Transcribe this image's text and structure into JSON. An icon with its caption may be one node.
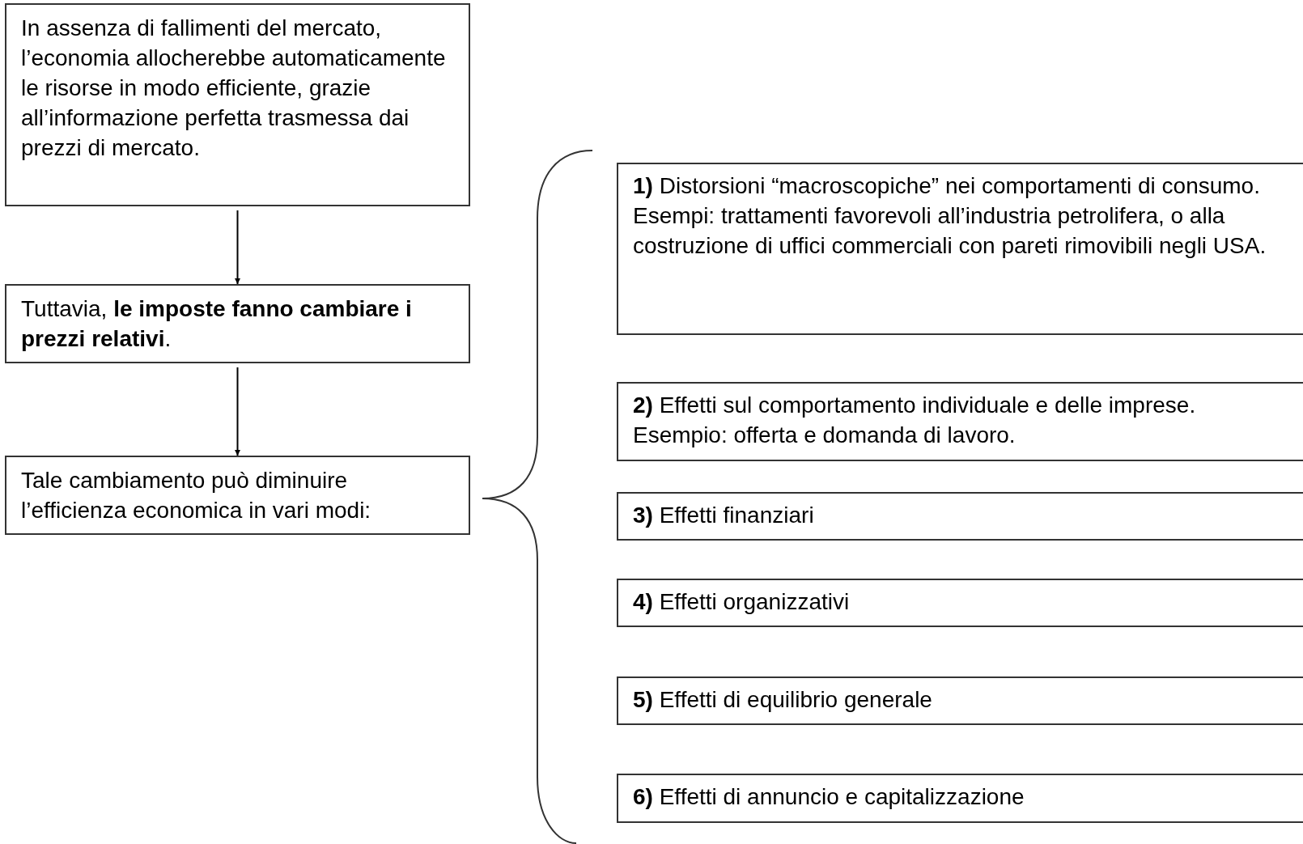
{
  "diagram": {
    "nodes": [
      {
        "text": [
          "In assenza di fallimenti del mercato, l’economia allocherebbe automaticamente le risorse in modo efficiente, grazie all’informazione perfetta trasmessa dai prezzi di mercato."
        ]
      },
      {
        "text": [
          "Tuttavia, **le imposte fanno cambiare i prezzi relativi**."
        ]
      },
      {
        "text": [
          "Tale cambiamento può diminuire l’efficienza economica in vari modi:"
        ]
      },
      {
        "text": [
          "**1)** Distorsioni “macroscopiche” nei comportamenti di consumo.",
          "Esempi: trattamenti favorevoli all’industria petrolifera, o alla costruzione di uffici commerciali con pareti rimovibili negli USA."
        ]
      },
      {
        "text": [
          "**2)** Effetti sul comportamento individuale e delle imprese.",
          "Esempio: offerta e domanda di lavoro."
        ]
      },
      {
        "text": [
          "**3)** Effetti finanziari"
        ]
      },
      {
        "text": [
          "**4)** Effetti organizzativi"
        ]
      },
      {
        "text": [
          "**5)** Effetti di equilibrio generale"
        ]
      },
      {
        "text": [
          "**6)** Effetti di annuncio e capitalizzazione"
        ]
      }
    ],
    "edges": [
      {
        "from": 0,
        "to": 1,
        "arrow": "to"
      },
      {
        "from": 1,
        "to": 2,
        "arrow": "to"
      }
    ]
  }
}
